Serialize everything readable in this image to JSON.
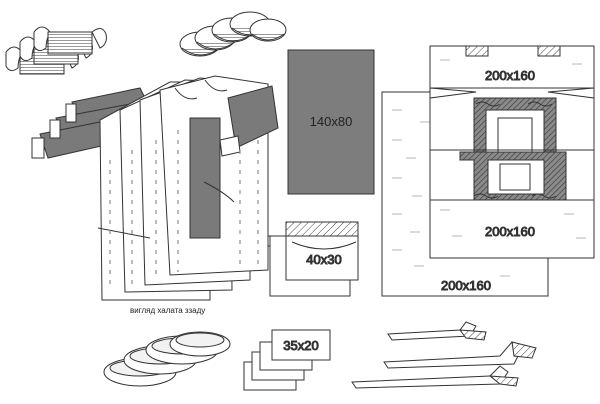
{
  "labels": {
    "drape_140x80": "140x80",
    "drape_200x160_top": "200x160",
    "drape_200x160_mid": "200x160",
    "drape_200x160_bottom": "200x160",
    "towel_40x30": "40x30",
    "napkin_35x20": "35x20",
    "gown_caption": "вигляд халата ззаду"
  },
  "colors": {
    "outline": "#333333",
    "gray_fill": "#808080",
    "dark_gray": "#6e6e6e",
    "light_fill": "#ffffff",
    "hatch": "#444444"
  }
}
